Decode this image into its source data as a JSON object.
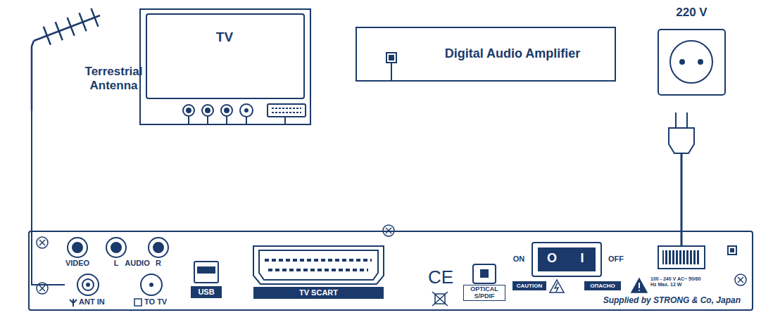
{
  "diagram": {
    "nodes": [
      {
        "text": [
          "Terrestrial Antenna"
        ]
      },
      {
        "text": [
          "TV"
        ]
      },
      {
        "text": [
          "Digital Audio Amplifier"
        ]
      },
      {
        "text": [
          "220 V"
        ]
      },
      {
        "text": [
          "Supplied by STRONG & Co, Japan"
        ]
      },
      {
        "text": [
          "VIDEO"
        ],
        "in": 4
      },
      {
        "text": [
          "L"
        ],
        "in": 4
      },
      {
        "text": [
          "R"
        ],
        "in": 4
      },
      {
        "text": [
          "ANT IN"
        ],
        "in": 4
      },
      {
        "text": [
          "TO TV"
        ],
        "in": 4
      },
      {
        "text": [
          "USB"
        ],
        "in": 4
      },
      {
        "text": [
          "TV SCART"
        ],
        "in": 4
      },
      {
        "text": [
          "OPTICAL S/PDIF"
        ],
        "in": 4
      }
    ],
    "edges": [
      {
        "from": 0,
        "to": 8,
        "arrow": "none"
      },
      {
        "from": 5,
        "to": 1,
        "arrow": "none"
      },
      {
        "from": 6,
        "to": 1,
        "arrow": "none"
      },
      {
        "from": 7,
        "to": 1,
        "arrow": "none"
      },
      {
        "from": 9,
        "to": 1,
        "arrow": "none"
      },
      {
        "from": 11,
        "to": 1,
        "arrow": "none"
      },
      {
        "from": 12,
        "to": 2,
        "arrow": "none"
      }
    ],
    "labels": [
      "AUDIO",
      "ON",
      "O",
      "I",
      "OFF",
      "CE",
      "CAUTION",
      "ОПАСНО",
      "100 - 240 V AC~ 50/60 Hz Max. 12 W"
    ]
  }
}
